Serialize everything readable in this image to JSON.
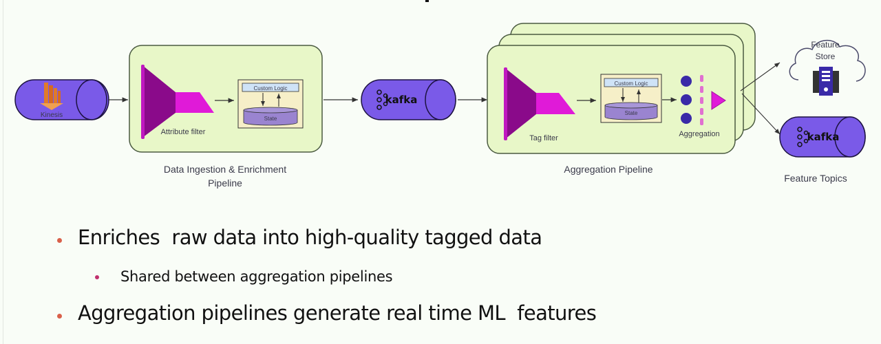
{
  "colors": {
    "background": "#f9fdf7",
    "pipeline_fill": "#e8f7c8",
    "pipeline_border": "#4a5a40",
    "stream_fill": "#7a5ae8",
    "filter_dark": "#8a0a8a",
    "filter_light": "#e01ad8",
    "state_fill": "#9a84d0",
    "custom_logic_fill": "#cfe3f7",
    "aggregation_dot": "#3a2aa8",
    "aggregation_dash": "#e070d0",
    "bullet_primary": "#d9604a",
    "bullet_secondary": "#c0306e"
  },
  "diagram": {
    "source": {
      "label": "Kinesis",
      "icon": "kinesis-logo-icon"
    },
    "ingestion_pipeline": {
      "caption_line1": "Data Ingestion & Enrichment",
      "caption_line2": "Pipeline",
      "filter_label": "Attribute filter",
      "custom_logic_label": "Custom Logic",
      "state_label": "State"
    },
    "intermediate_topic": {
      "label": "kafka",
      "icon": "kafka-logo-icon"
    },
    "aggregation_pipeline": {
      "caption": "Aggregation Pipeline",
      "filter_label": "Tag filter",
      "custom_logic_label": "Custom Logic",
      "state_label": "State",
      "aggregation_label": "Aggregation"
    },
    "outputs": {
      "feature_store_line1": "Feature",
      "feature_store_line2": "Store",
      "feature_topics_label": "kafka",
      "feature_topics_caption": "Feature Topics"
    }
  },
  "bullets": [
    {
      "level": 1,
      "text": "Enriches  raw data into high-quality tagged data"
    },
    {
      "level": 2,
      "text": "Shared between aggregation pipelines"
    },
    {
      "level": 1,
      "text": "Aggregation pipelines generate real time ML  features"
    }
  ]
}
